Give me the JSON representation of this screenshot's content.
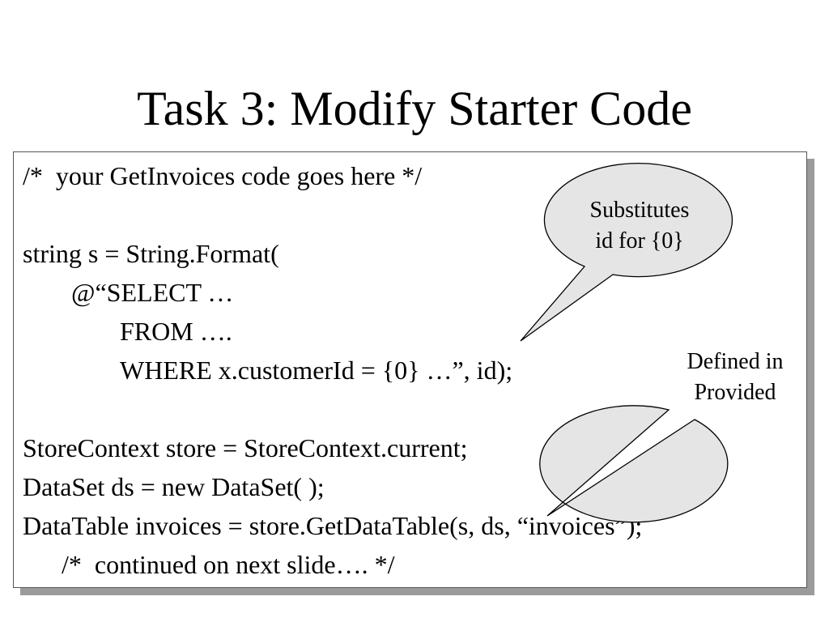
{
  "slide": {
    "title": "Task 3: Modify Starter Code"
  },
  "code": {
    "lines": [
      "/*  your GetInvoices code goes here */",
      "string s = String.Format(",
      "@“SELECT …",
      "FROM ….",
      "WHERE x.customerId = {0} …”, id);",
      "StoreContext store = StoreContext.current;",
      "DataSet ds = new DataSet( );",
      "DataTable invoices = store.GetDataTable(s, ds, “invoices”);",
      "/*  continued on next slide…. */"
    ]
  },
  "callouts": [
    {
      "line1": "Substitutes",
      "line2": "id for {0}"
    },
    {
      "line1": "Defined in",
      "line2": "Provided"
    }
  ]
}
